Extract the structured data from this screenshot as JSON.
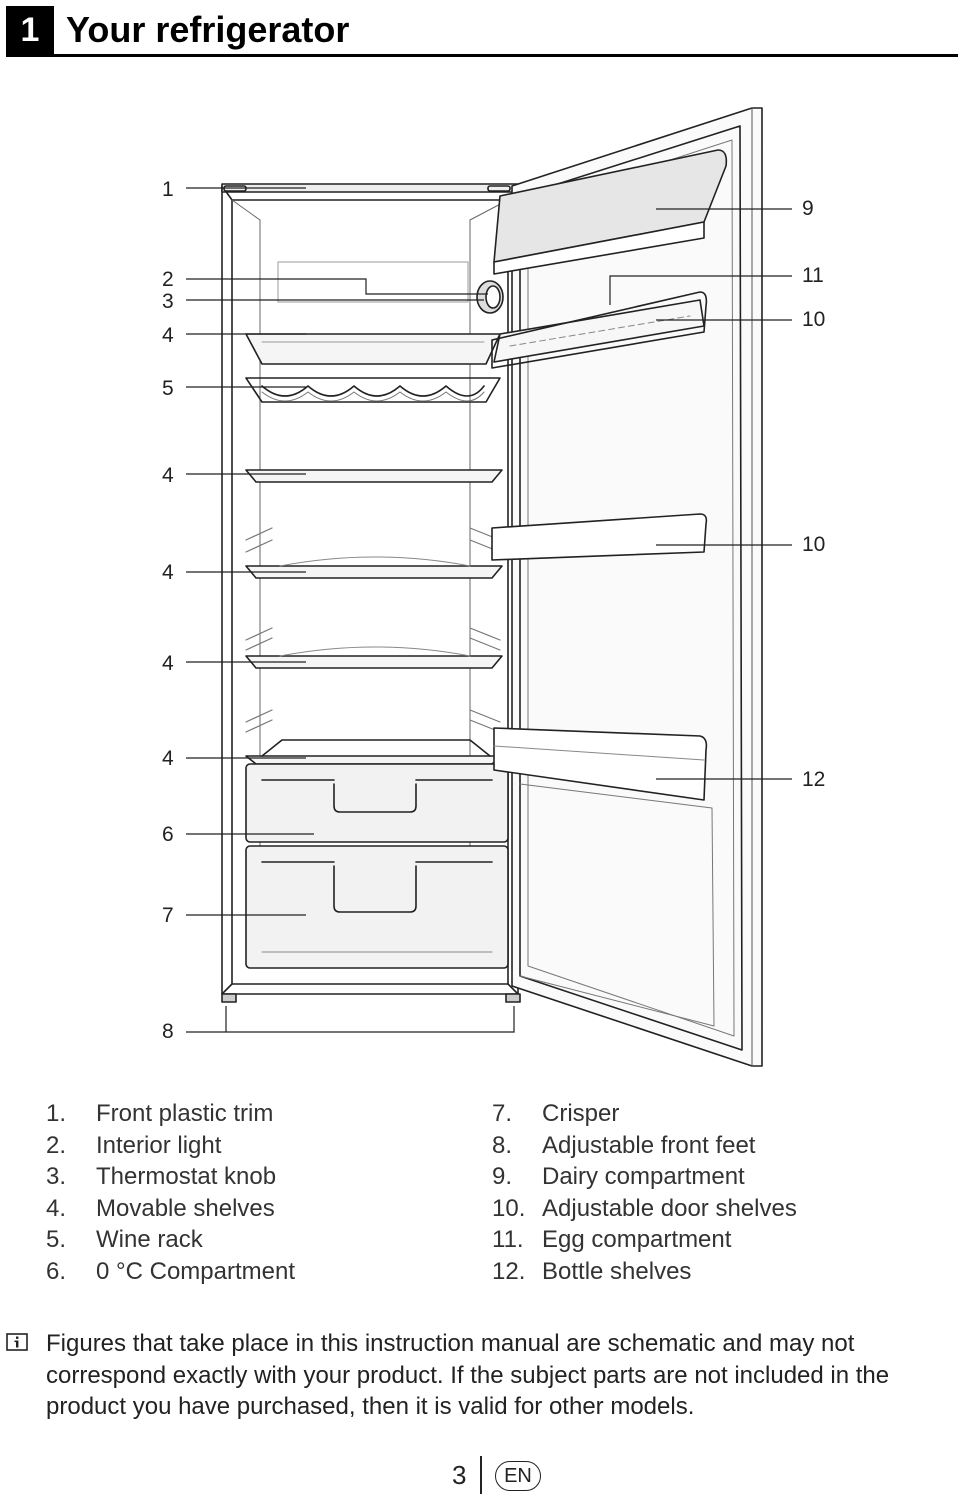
{
  "section": {
    "number": "1",
    "title": "Your refrigerator"
  },
  "callouts": {
    "left": [
      "1",
      "2",
      "3",
      "4",
      "5",
      "4",
      "4",
      "4",
      "4",
      "6",
      "7",
      "8"
    ],
    "right": [
      "9",
      "11",
      "10",
      "10",
      "12"
    ]
  },
  "parts_left": [
    {
      "num": "1.",
      "label": "Front plastic trim"
    },
    {
      "num": "2.",
      "label": "Interior light"
    },
    {
      "num": "3.",
      "label": "Thermostat knob"
    },
    {
      "num": "4.",
      "label": "Movable shelves"
    },
    {
      "num": "5.",
      "label": "Wine rack"
    },
    {
      "num": "6.",
      "label": "0 °C Compartment"
    }
  ],
  "parts_right": [
    {
      "num": "7.",
      "label": "Crisper"
    },
    {
      "num": "8.",
      "label": "Adjustable front feet"
    },
    {
      "num": "9.",
      "label": "Dairy compartment"
    },
    {
      "num": "10.",
      "label": "Adjustable door shelves"
    },
    {
      "num": "11.",
      "label": "Egg compartment"
    },
    {
      "num": "12.",
      "label": "Bottle shelves"
    }
  ],
  "note": "Figures that take place in this instruction manual are schematic and may not correspond exactly with your product. If the subject parts are not included in the product you have purchased, then it is valid for other models.",
  "footer": {
    "page": "3",
    "language": "EN"
  },
  "icons": {
    "note": "info-icon"
  }
}
